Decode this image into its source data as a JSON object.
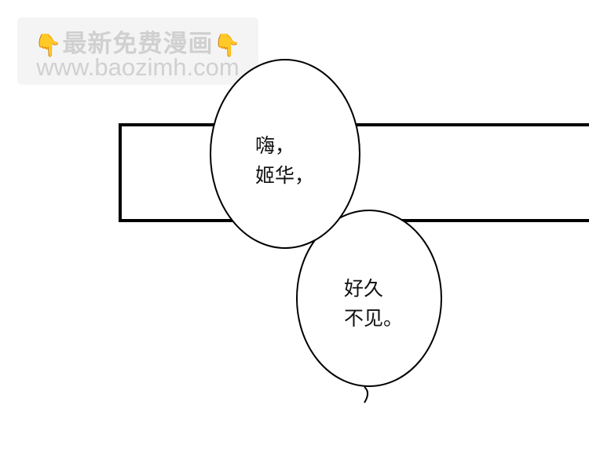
{
  "watermark": {
    "title": "最新免费漫画",
    "url": "www.baozimh.com",
    "icon_left": "pointing-hand-icon",
    "icon_right": "pointing-hand-icon"
  },
  "bubbles": [
    {
      "lines": [
        "嗨，",
        "姬华，"
      ]
    },
    {
      "lines": [
        "好久",
        "不见。"
      ]
    }
  ]
}
